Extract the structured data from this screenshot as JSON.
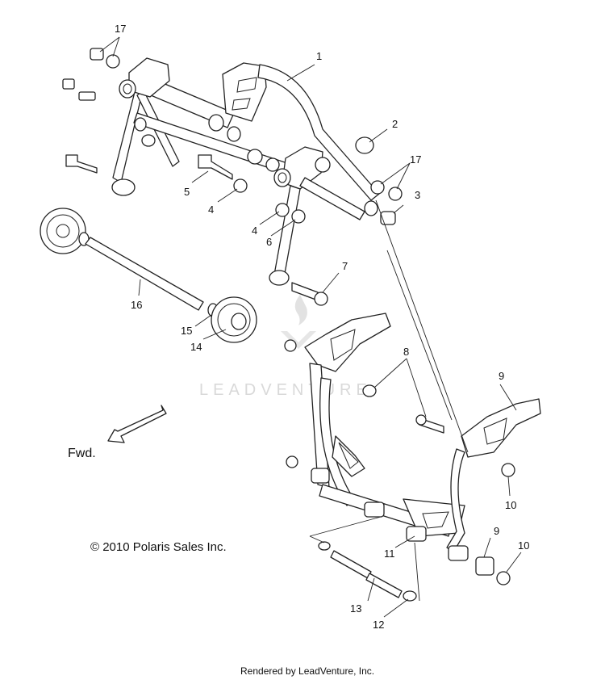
{
  "callouts": {
    "c1": "1",
    "c2": "2",
    "c3": "3",
    "c4a": "4",
    "c4b": "4",
    "c5": "5",
    "c6": "6",
    "c7": "7",
    "c8": "8",
    "c9a": "9",
    "c9b": "9",
    "c10a": "10",
    "c10b": "10",
    "c11": "11",
    "c12": "12",
    "c13": "13",
    "c14": "14",
    "c15": "15",
    "c16": "16",
    "c17a": "17",
    "c17b": "17"
  },
  "direction_label": "Fwd.",
  "copyright": "© 2010 Polaris Sales Inc.",
  "watermark": "LEADVENTURE",
  "footer": "Rendered by LeadVenture, Inc.",
  "colors": {
    "line": "#222222",
    "background": "#ffffff",
    "watermark": "#d9d9d9"
  }
}
